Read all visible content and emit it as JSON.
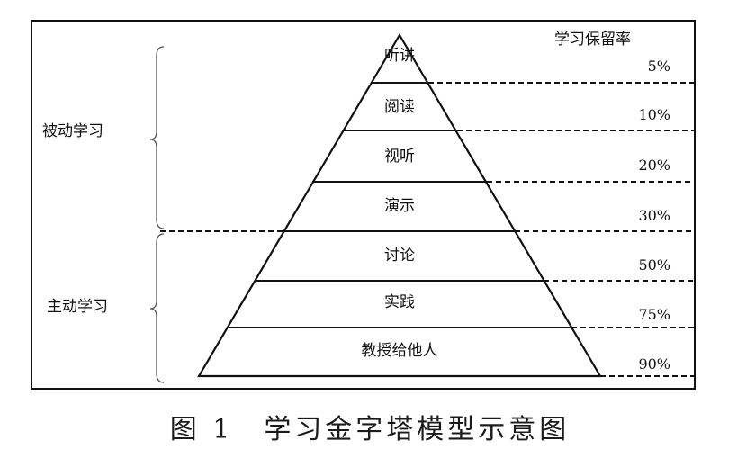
{
  "header": {
    "retention_title": "学习保留率"
  },
  "groups": [
    {
      "label": "被动学习"
    },
    {
      "label": "主动学习"
    }
  ],
  "levels": [
    {
      "label": "听讲",
      "rate": "5%"
    },
    {
      "label": "阅读",
      "rate": "10%"
    },
    {
      "label": "视听",
      "rate": "20%"
    },
    {
      "label": "演示",
      "rate": "30%"
    },
    {
      "label": "讨论",
      "rate": "50%"
    },
    {
      "label": "实践",
      "rate": "75%"
    },
    {
      "label": "教授给他人",
      "rate": "90%"
    }
  ],
  "caption": {
    "figure_num": "图 1",
    "title": "学习金字塔模型示意图"
  }
}
